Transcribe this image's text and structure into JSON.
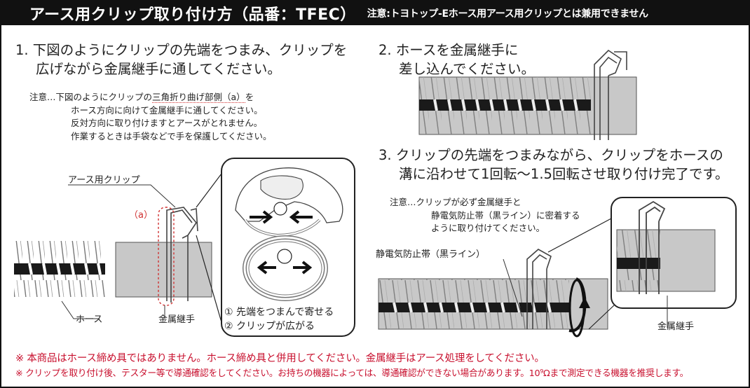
{
  "header": {
    "title": "アース用クリップ取り付け方（品番：TFEC）",
    "note": "注意:トヨトップ-Eホース用アース用クリップとは兼用できません"
  },
  "step1": {
    "line1": "1. 下図のようにクリップの先端をつまみ、クリップを",
    "line2": "広げながら金属継手に通してください。"
  },
  "step1_note": {
    "prefix": "注意…下図のようにクリップの",
    "highlight": "三角折り曲げ部側（a）",
    "suffix": "を",
    "line2": "ホース方向に向けて金属継手に通してください。",
    "line3": "反対方向に取り付けますとアースがとれません。",
    "line4": "作業するときは手袋などで手を保護してください。"
  },
  "step2": {
    "line1": "2. ホースを金属継手に",
    "line2": "差し込んでください。"
  },
  "step3": {
    "line1": "3. クリップの先端をつまみながら、クリップをホースの",
    "line2": "溝に沿わせて1回転～1.5回転させ取り付け完了です。"
  },
  "step3_note": {
    "line1": "注意…クリップが必ず金属継手と",
    "line2": "静電気防止帯（黒ライン）に密着する",
    "line3": "ように取り付けてください。"
  },
  "labels": {
    "earth_clip": "アース用クリップ",
    "a_mark": "（a）",
    "hose": "ホース",
    "metal_joint_left": "金属継手",
    "static_band": "静電気防止帯（黒ライン）",
    "metal_joint_right": "金属継手",
    "circle_1": "①",
    "circle_2": "②"
  },
  "captions": {
    "c1": "① 先端をつまんで寄せる",
    "c2": "② クリップが広がる"
  },
  "warnings": {
    "w1": "※ 本商品はホース締め具ではありません。ホース締め具と併用してください。金属継手はアース処理をしてください。",
    "w2": "※ クリップを取り付け後、テスター等で導通確認をしてください。お持ちの機器によっては、導通確認ができない場合があります。10⁹Ωまで測定できる機器を推奨します。"
  },
  "colors": {
    "header_bg": "#111111",
    "warning_red": "#c8102e",
    "metal_gray": "#c8c8c8",
    "dotted_red": "#d03030"
  }
}
